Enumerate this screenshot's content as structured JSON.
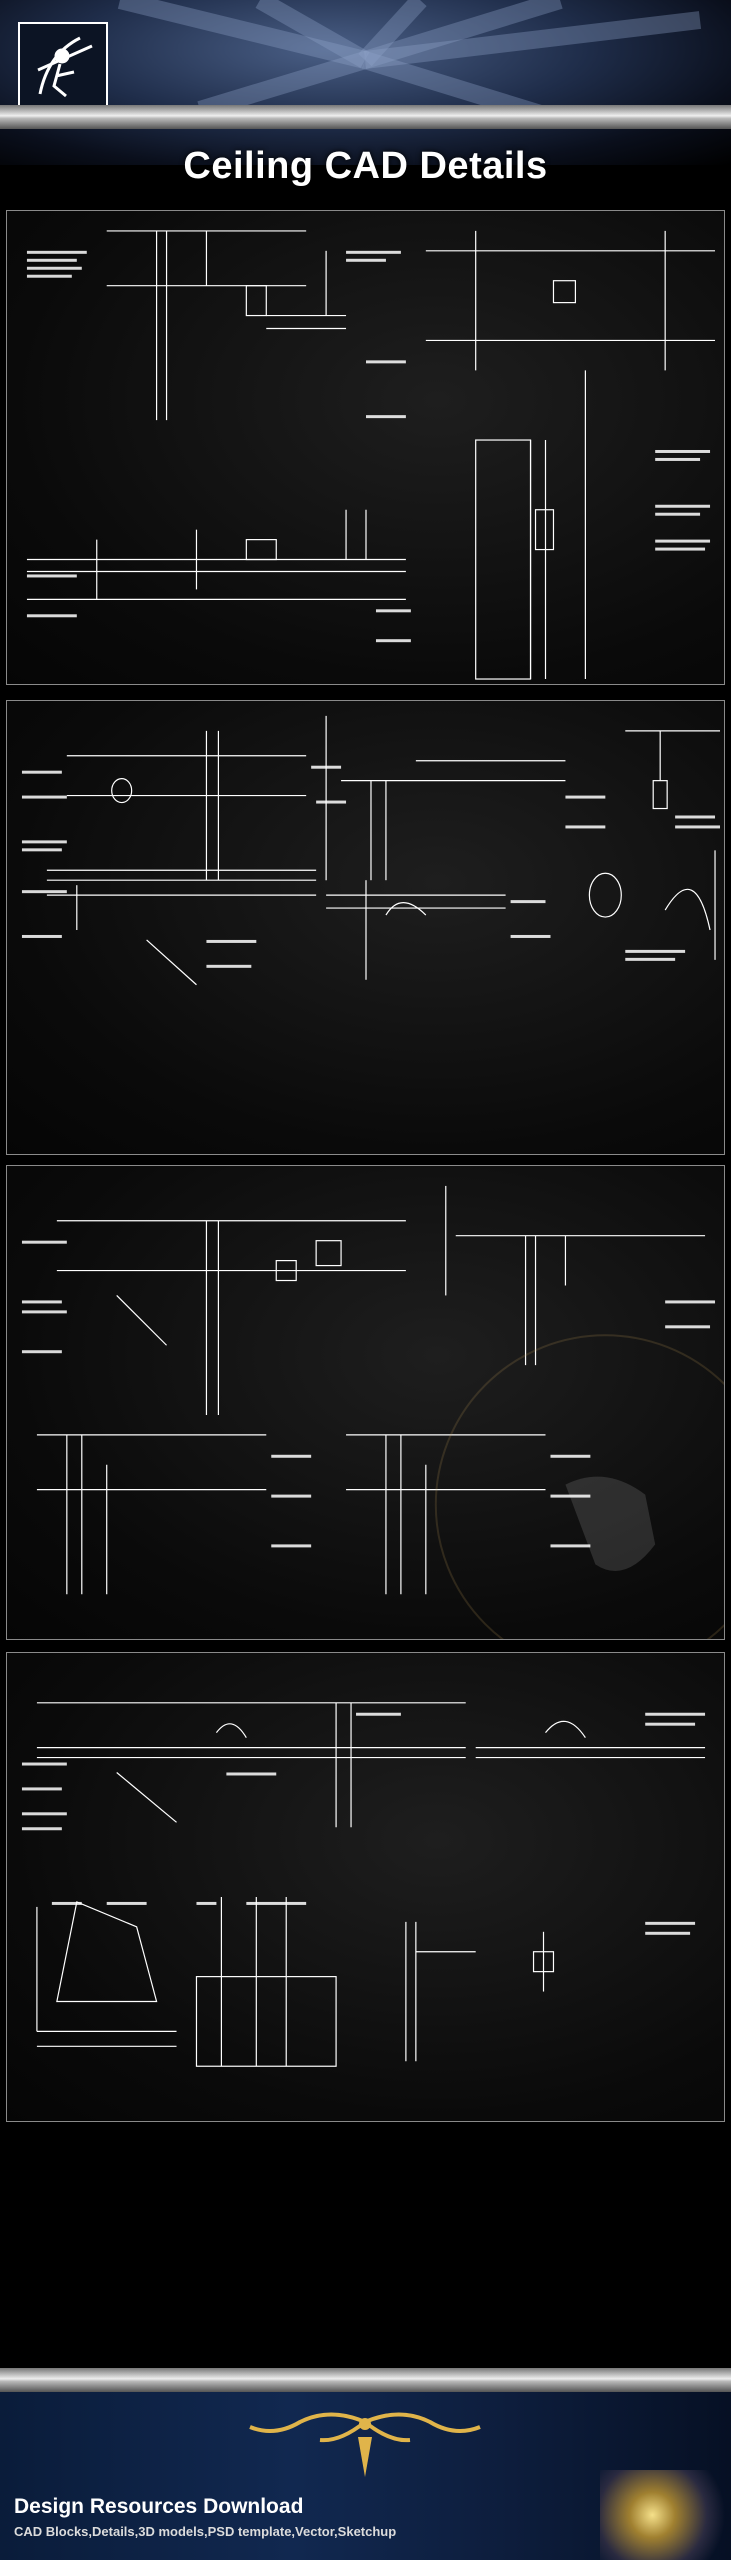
{
  "header": {
    "title": "Ceiling CAD Details",
    "logo_icon": "archer-logo-icon"
  },
  "footer": {
    "title": "Design Resources Download",
    "subtitle": "CAD Blocks,Details,3D models,PSD template,Vector,Sketchup"
  },
  "panels": [
    {
      "name": "ceiling-details-sheet-1"
    },
    {
      "name": "ceiling-details-sheet-2"
    },
    {
      "name": "ceiling-details-sheet-3"
    },
    {
      "name": "ceiling-details-sheet-4"
    }
  ]
}
